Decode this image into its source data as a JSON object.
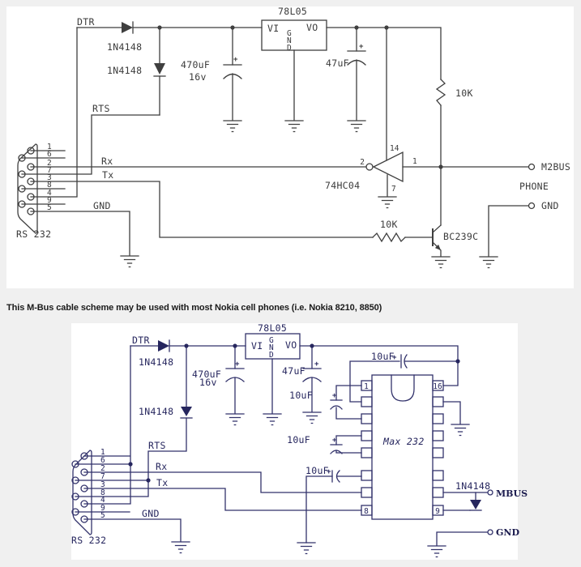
{
  "caption": "This M-Bus cable scheme may be used with most Nokia cell phones (i.e. Nokia 8210, 8850)",
  "colors": {
    "page_bg": "#f0f0f0",
    "panel_bg": "#ffffff",
    "top_ink": "#3f3f3f",
    "bottom_ink": "#32326b"
  },
  "top": {
    "regulator_title": "78L05",
    "vi": "VI",
    "g": "G",
    "n": "N",
    "d": "D",
    "vo": "VO",
    "diode_dtr": "1N4148",
    "diode_rts": "1N4148",
    "cap_main": "470uF",
    "cap_main_voltage": "16v",
    "cap_out": "47uF",
    "plus": "+",
    "pullup_resistor": "10K",
    "base_resistor": "10K",
    "inverter_name": "74HC04",
    "inv_pin_in": "2",
    "inv_pin_out": "1",
    "inv_pin_vcc": "14",
    "inv_pin_gnd": "7",
    "transistor": "BC239C",
    "dtr": "DTR",
    "rts": "RTS",
    "rx": "Rx",
    "tx": "Tx",
    "gnd": "GND",
    "connector_name": "RS 232",
    "pins": [
      "1",
      "6",
      "2",
      "7",
      "3",
      "8",
      "4",
      "9",
      "5"
    ],
    "m2bus": "M2BUS",
    "phone": "PHONE",
    "gnd_terminal": "GND"
  },
  "bottom": {
    "regulator_title": "78L05",
    "vi": "VI",
    "g": "G",
    "n": "N",
    "d": "D",
    "vo": "VO",
    "diode_dtr": "1N4148",
    "diode_rts": "1N4148",
    "diode_mbus": "1N4148",
    "cap_main": "470uF",
    "cap_main_voltage": "16v",
    "cap_out": "47uF",
    "cap_c3": "10uF",
    "cap_c1": "10uF",
    "cap_c2": "10uF",
    "cap_c4": "10uF",
    "plus": "+",
    "ic_name": "Max 232",
    "ic_pin1": "1",
    "ic_pin16": "16",
    "ic_pin8": "8",
    "ic_pin9": "9",
    "dtr": "DTR",
    "rts": "RTS",
    "rx": "Rx",
    "tx": "Tx",
    "gnd": "GND",
    "connector_name": "RS 232",
    "pins": [
      "1",
      "6",
      "2",
      "7",
      "3",
      "8",
      "4",
      "9",
      "5"
    ],
    "mbus": "MBUS",
    "gnd_terminal": "GND"
  }
}
